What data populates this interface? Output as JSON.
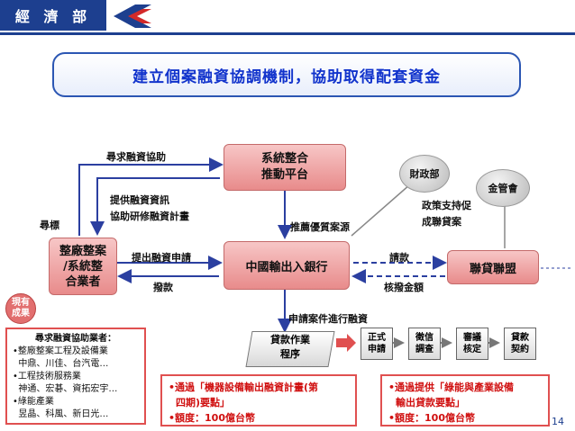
{
  "header": {
    "org": "經 濟 部"
  },
  "title": "建立個案融資協調機制，協助取得配套資金",
  "nodes": {
    "platform_line1": "系統整合",
    "platform_line2": "推動平台",
    "bank": "中國輸出入銀行",
    "vendor_line1": "整廠整案",
    "vendor_line2": "/系統整",
    "vendor_line3": "合業者",
    "syndicate": "聯貸聯盟",
    "mof": "財政部",
    "fsc": "金管會"
  },
  "labels": {
    "seek_help": "尋求融資協助",
    "provide_info_1": "提供融資資訊",
    "provide_info_2": "協助研修融資計畫",
    "seek": "尋標",
    "recommend": "推薦優質案源",
    "apply": "提出融資申請",
    "disburse": "撥款",
    "policy_1": "政策支持促",
    "policy_2": "成聯貸案",
    "share": "請款",
    "approve_amount": "核撥金額",
    "process": "申請案件進行融資"
  },
  "badge": {
    "line1": "現有",
    "line2": "成果"
  },
  "vendors_list": {
    "title": "尋求融資協助業者：",
    "items": [
      "•整廠整案工程及設備業",
      "  中鼎、川佳、台汽電…",
      "•工程技術服務業",
      "  神通、宏碁、資拓宏宇…",
      "•綠能產業",
      "  昱晶、科風、新日光…"
    ]
  },
  "procedure": {
    "label_1": "貸款作業",
    "label_2": "程序",
    "steps": [
      {
        "l1": "正式",
        "l2": "申請"
      },
      {
        "l1": "徵信",
        "l2": "調查"
      },
      {
        "l1": "審議",
        "l2": "核定"
      },
      {
        "l1": "貸款",
        "l2": "契約"
      }
    ]
  },
  "notes": {
    "left": {
      "line1": "•通過「機器設備輸出融資計畫(第",
      "line2": "四期)要點」",
      "line3": "•額度：100億台幣"
    },
    "right": {
      "line1": "•通過提供「綠能與產業設備",
      "line2": "輸出貸款要點」",
      "line3": "•額度：100億台幣"
    }
  },
  "page_number": "14",
  "colors": {
    "brand": "#1d3f8f",
    "accent_red": "#e05050",
    "title_blue": "#1133cc"
  }
}
